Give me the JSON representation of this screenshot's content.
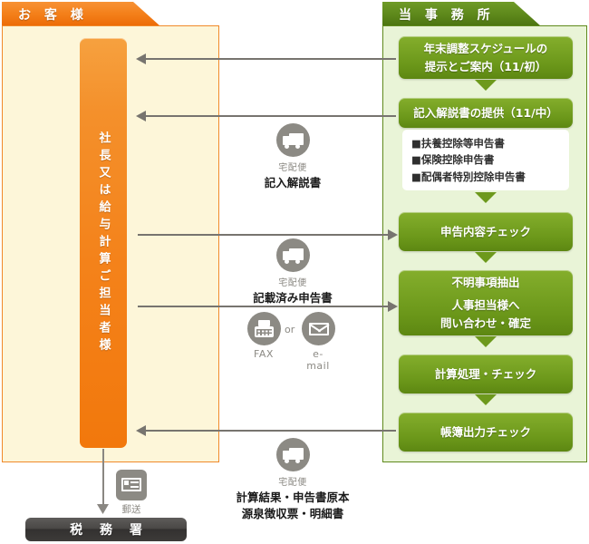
{
  "headers": {
    "customer": "お 客 様",
    "office": "当 事 務 所"
  },
  "customer": {
    "role_bar_label": "社長又は給与計算ご担当者様",
    "destination_label": "税 務 署",
    "post_icon_caption": "郵送",
    "post_icon_name": "mail-letter-icon"
  },
  "office": {
    "steps": [
      {
        "id": "schedule",
        "line1": "年末調整スケジュールの",
        "line2": "提示とご案内（11/初）"
      },
      {
        "id": "manual",
        "line1": "記入解説書の提供（11/中）",
        "line2": ""
      },
      {
        "id": "check-content",
        "line1": "申告内容チェック",
        "line2": ""
      },
      {
        "id": "unclear-items",
        "line1": "不明事項抽出",
        "line2": "人事担当様へ\n問い合わせ・確定"
      },
      {
        "id": "calculation",
        "line1": "計算処理・チェック",
        "line2": ""
      },
      {
        "id": "ledger-output",
        "line1": "帳簿出力チェック",
        "line2": ""
      }
    ],
    "document_list": [
      "■扶養控除等申告書",
      "■保険控除申告書",
      "■配偶者特別控除申告書"
    ]
  },
  "transfers": [
    {
      "id": "manual-delivery",
      "icon": "truck-icon",
      "method": "宅配便",
      "label": "記入解説書",
      "direction": "office-to-customer"
    },
    {
      "id": "filled-form-delivery",
      "icon": "truck-icon",
      "method": "宅配便",
      "label": "記載済み申告書",
      "direction": "customer-to-office"
    },
    {
      "id": "inquiry-channel",
      "icon_left": "fax-icon",
      "icon_right": "envelope-icon",
      "label_left": "FAX",
      "separator": "or",
      "label_right": "e-mail",
      "direction": "customer-to-office"
    },
    {
      "id": "results-delivery",
      "icon": "truck-icon",
      "method": "宅配便",
      "label_line1": "計算結果・申告書原本",
      "label_line2": "源泉徴収票・明細書",
      "direction": "office-to-customer"
    }
  ],
  "colors": {
    "customer_accent": "#f4821a",
    "office_accent": "#6a9619",
    "customer_panel": "#fdf6d9",
    "office_panel": "#e9f4d7",
    "arrow": "#77746f",
    "icon_gray": "#8c8a84",
    "tax_bar": "#3d3b39"
  }
}
